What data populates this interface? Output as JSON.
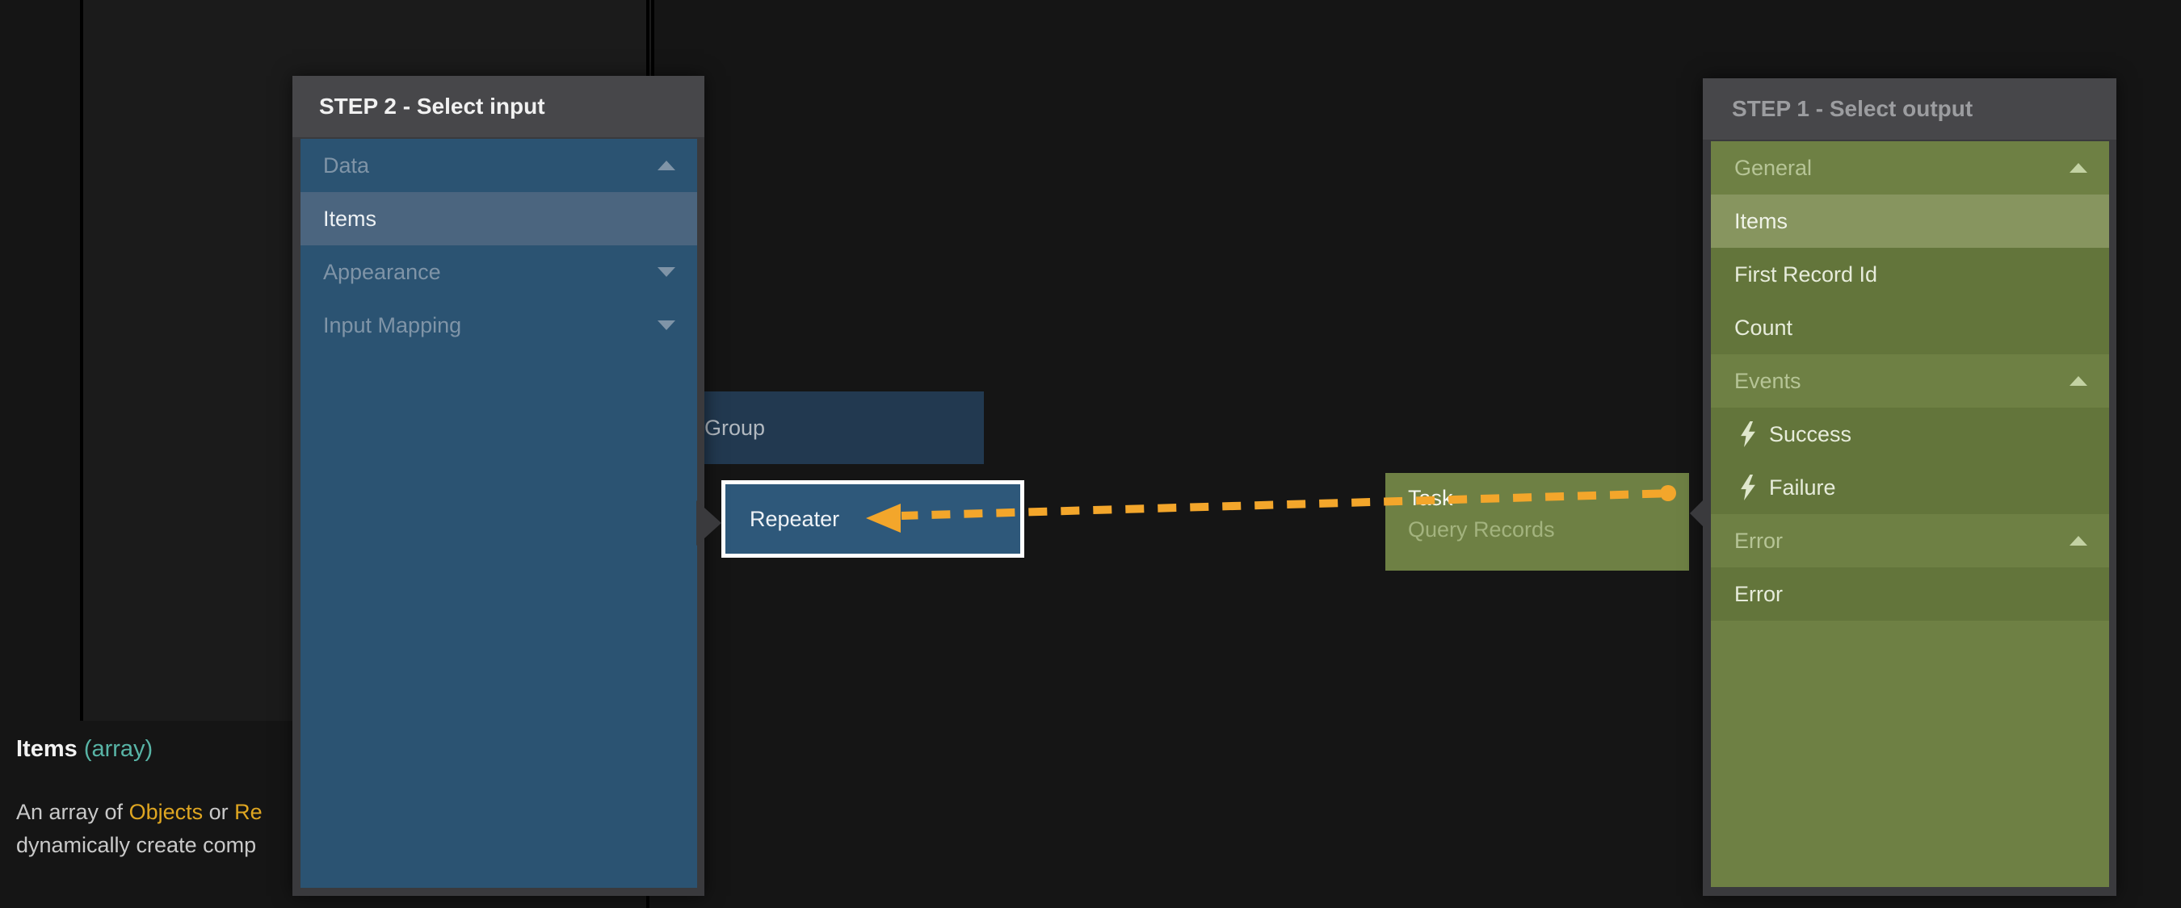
{
  "left_panel": {
    "title": "STEP 2 - Select input",
    "rows": [
      {
        "label": "Data",
        "type": "section",
        "state": "expanded"
      },
      {
        "label": "Items",
        "type": "item",
        "selected": true
      },
      {
        "label": "Appearance",
        "type": "section",
        "state": "collapsed"
      },
      {
        "label": "Input Mapping",
        "type": "section",
        "state": "collapsed"
      }
    ]
  },
  "right_panel": {
    "title": "STEP 1 - Select output",
    "rows": [
      {
        "label": "General",
        "type": "section",
        "state": "expanded"
      },
      {
        "label": "Items",
        "type": "item",
        "selected": true
      },
      {
        "label": "First Record Id",
        "type": "item"
      },
      {
        "label": "Count",
        "type": "item"
      },
      {
        "label": "Events",
        "type": "section",
        "state": "expanded"
      },
      {
        "label": "Success",
        "type": "item",
        "icon": "lightning-icon"
      },
      {
        "label": "Failure",
        "type": "item",
        "icon": "lightning-icon"
      },
      {
        "label": "Error",
        "type": "section",
        "state": "expanded"
      },
      {
        "label": "Error",
        "type": "item"
      }
    ]
  },
  "canvas": {
    "group_label": "Group",
    "repeater_label": "Repeater",
    "task_title": "Task",
    "task_subtitle": "Query Records"
  },
  "tooltip": {
    "name": "Items",
    "type_annotation": "(array)",
    "description_line1": [
      {
        "text": "An array of "
      },
      {
        "text": "Objects",
        "style": "link"
      },
      {
        "text": " or "
      },
      {
        "text": "Re",
        "style": "link"
      }
    ],
    "description_line2": "dynamically create comp"
  },
  "colors": {
    "accent_orange": "#f3a62b",
    "link_orange": "#dfa621",
    "teal": "#58b4a6",
    "panel_frame": "#3a3a3d",
    "panel_header_bg": "#47474a",
    "blue_body": "#2b5372",
    "blue_selected": "#4b657f",
    "green_body": "#6e8044",
    "green_item": "#63753b",
    "green_selected": "#87955f"
  }
}
